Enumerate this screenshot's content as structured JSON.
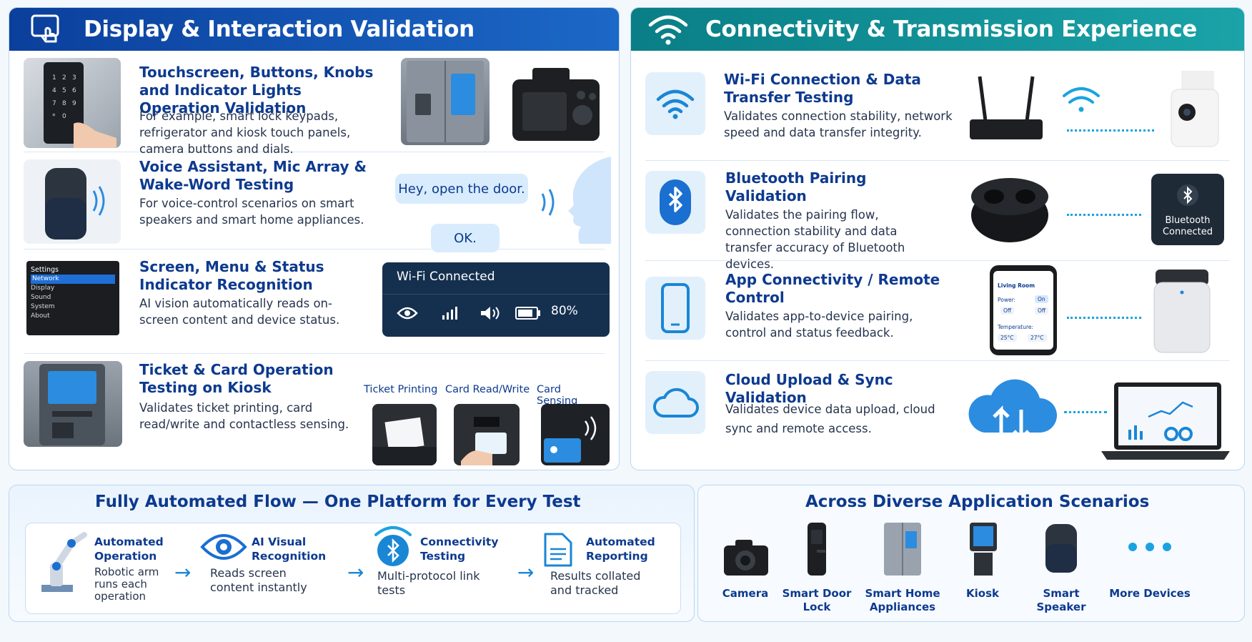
{
  "left_panel": {
    "title": "Display & Interaction Validation",
    "rows": [
      {
        "title": "Touchscreen, Buttons, Knobs and Indicator Lights Operation Validation",
        "desc": "For example, smart lock keypads, refrigerator and kiosk touch panels, camera buttons and dials."
      },
      {
        "title": "Voice Assistant, Mic Array & Wake-Word Testing",
        "desc": "For voice-control scenarios on smart speakers and smart home appliances.",
        "bubble_1": "Hey, open the door.",
        "bubble_2": "OK."
      },
      {
        "title": "Screen, Menu & Status Indicator Recognition",
        "desc": "AI vision automatically reads on-screen content and device status.",
        "menu_items": [
          "Settings",
          "Network",
          "Display",
          "Sound",
          "System",
          "About"
        ],
        "status_title": "Wi-Fi Connected",
        "battery": "80%"
      },
      {
        "title": "Ticket & Card Operation Testing on Kiosk",
        "desc": "Validates ticket printing, card read/write and contactless sensing.",
        "labels": [
          "Ticket Printing",
          "Card Read/Write",
          "Card Sensing"
        ]
      }
    ]
  },
  "right_panel": {
    "title": "Connectivity & Transmission Experience",
    "rows": [
      {
        "title": "Wi-Fi Connection & Data Transfer Testing",
        "desc": "Validates connection stability, network speed and data transfer integrity."
      },
      {
        "title": "Bluetooth Pairing Validation",
        "desc": "Validates the pairing flow, connection stability and data transfer accuracy of Bluetooth devices.",
        "badge_line1": "Bluetooth",
        "badge_line2": "Connected"
      },
      {
        "title": "App Connectivity / Remote Control",
        "desc": "Validates app-to-device pairing, control and status feedback.",
        "app": {
          "room": "Living Room",
          "power": "Power:",
          "on": "On",
          "off1": "Off",
          "off2": "Off",
          "temperature": "Temperature:",
          "t1": "25°C",
          "t2": "27°C"
        }
      },
      {
        "title": "Cloud Upload & Sync Validation",
        "desc": "Validates device data upload, cloud sync and remote access."
      }
    ]
  },
  "flow": {
    "title": "Fully Automated Flow — One Platform for Every Test",
    "steps": [
      {
        "label": "Automated Operation",
        "desc": "Robotic arm runs each operation"
      },
      {
        "label": "AI Visual Recognition",
        "desc": "Reads screen content instantly"
      },
      {
        "label": "Connectivity Testing",
        "desc": "Multi-protocol link tests"
      },
      {
        "label": "Automated Reporting",
        "desc": "Results collated and tracked"
      }
    ],
    "arrow": "→"
  },
  "scenarios": {
    "title": "Across Diverse Application Scenarios",
    "devices": [
      "Camera",
      "Smart Door Lock",
      "Smart Home Appliances",
      "Kiosk",
      "Smart Speaker",
      "More Devices"
    ]
  },
  "colors": {
    "primary": "#0d3a8f",
    "accent": "#1a86d6",
    "teal": "#0a7e86"
  }
}
